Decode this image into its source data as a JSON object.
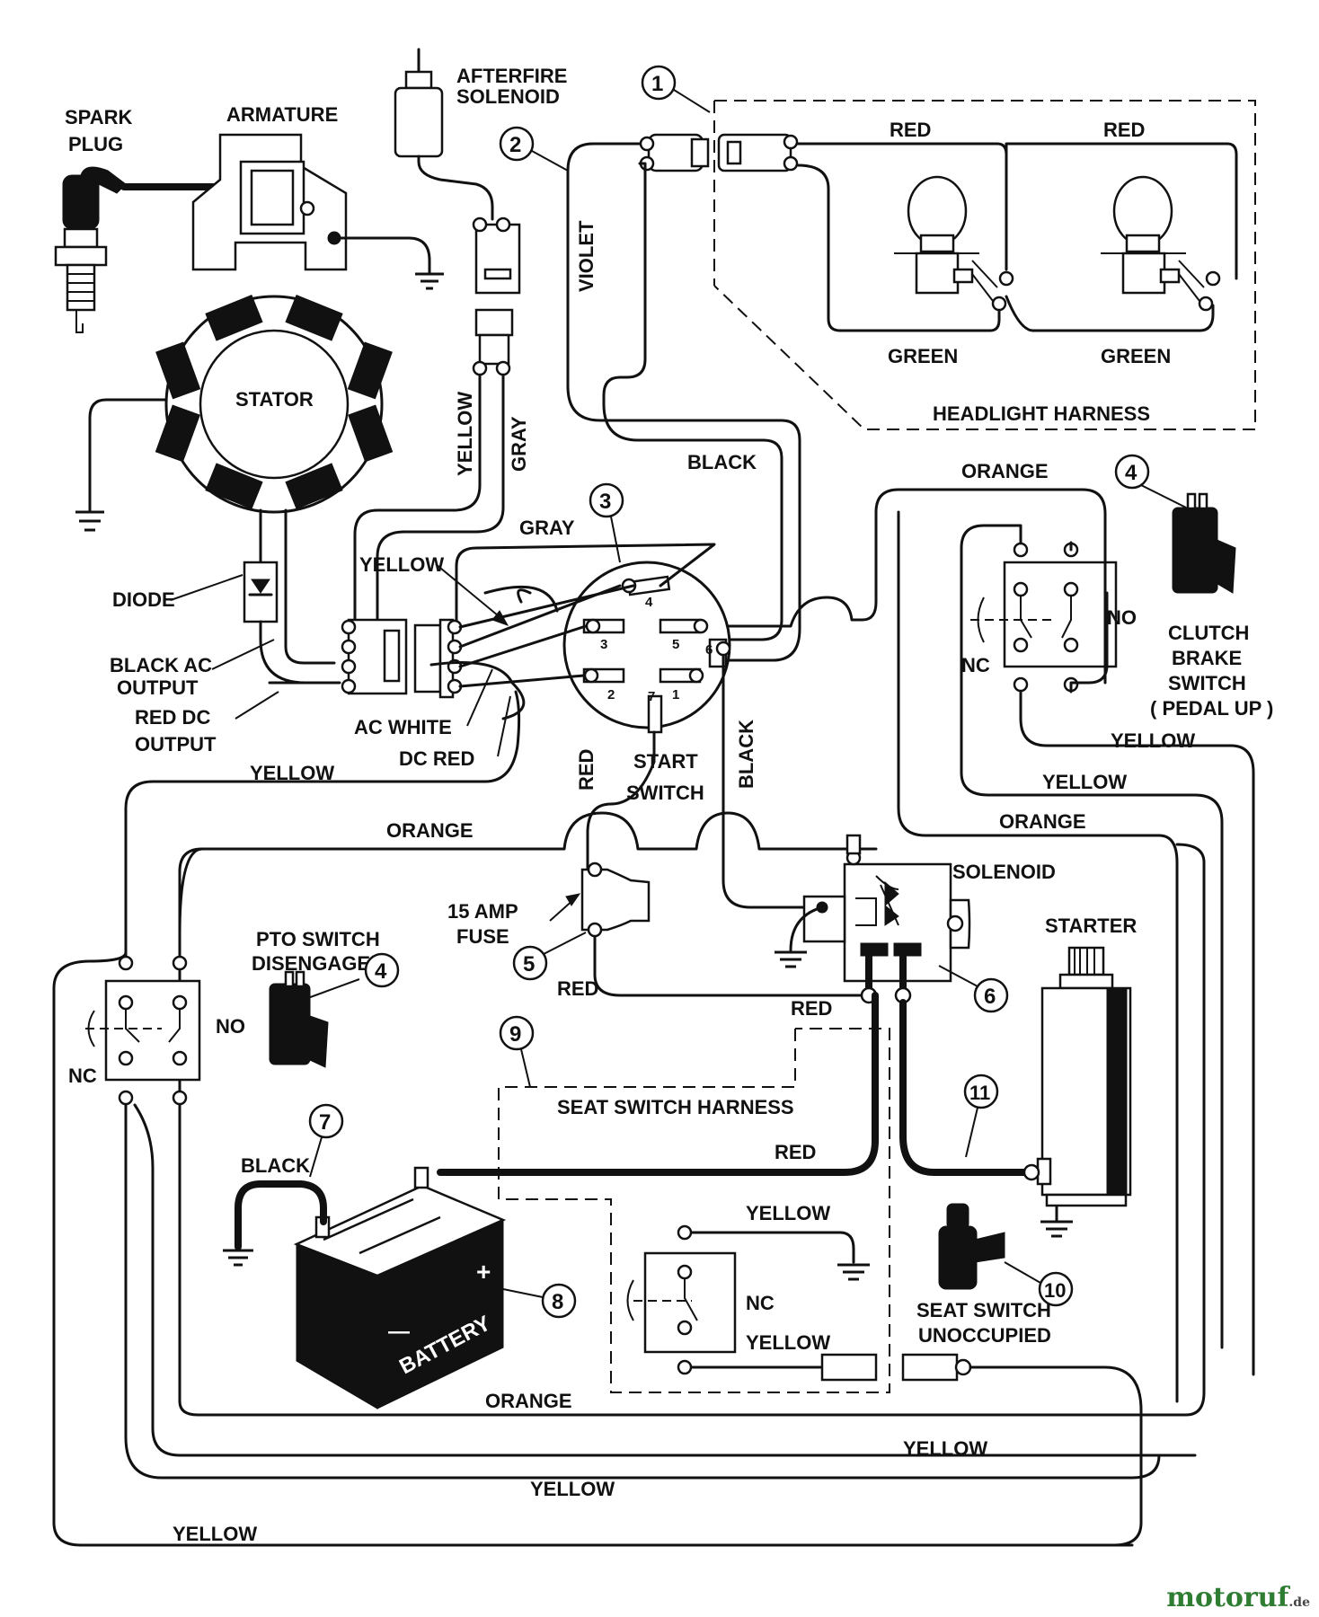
{
  "labels": {
    "spark_plug": [
      "SPARK",
      "PLUG"
    ],
    "armature": "ARMATURE",
    "afterfire_solenoid": [
      "AFTERFIRE",
      "SOLENOID"
    ],
    "stator": "STATOR",
    "diode": "DIODE",
    "black_ac_output": [
      "BLACK AC",
      "OUTPUT"
    ],
    "red_dc_output": [
      "RED DC",
      "OUTPUT"
    ],
    "ac_white": "AC WHITE",
    "dc_red": "DC RED",
    "start_switch": [
      "START",
      "SWITCH"
    ],
    "fuse": [
      "15 AMP",
      "FUSE"
    ],
    "solenoid": "SOLENOID",
    "starter": "STARTER",
    "clutch_brake_switch": [
      "CLUTCH",
      "BRAKE",
      "SWITCH",
      "( PEDAL UP )"
    ],
    "pto_switch": [
      "PTO SWITCH",
      "DISENGAGED"
    ],
    "headlight_harness": "HEADLIGHT HARNESS",
    "seat_switch_harness": "SEAT SWITCH HARNESS",
    "seat_switch": [
      "SEAT SWITCH",
      "UNOCCUPIED"
    ],
    "battery": "BATTERY",
    "nc": "NC",
    "no": "NO"
  },
  "wire_labels": {
    "red_hl_1": "RED",
    "red_hl_2": "RED",
    "green_hl_1": "GREEN",
    "green_hl_2": "GREEN",
    "violet": "VIOLET",
    "yellow_solenoid": "YELLOW",
    "gray_solenoid": "GRAY",
    "black_top": "BLACK",
    "gray_start": "GRAY",
    "yellow_start": "YELLOW",
    "orange_top": "ORANGE",
    "yellow_mid": "YELLOW",
    "orange_mid": "ORANGE",
    "red_start": "RED",
    "black_start": "BLACK",
    "red_fuse": "RED",
    "red_solenoid": "RED",
    "yellow_clutch_1": "YELLOW",
    "yellow_clutch_2": "YELLOW",
    "orange_clutch": "ORANGE",
    "black_battery": "BLACK",
    "red_battery": "RED",
    "yellow_seat_1": "YELLOW",
    "yellow_seat_2": "YELLOW",
    "orange_bottom": "ORANGE",
    "yellow_bottom_1": "YELLOW",
    "yellow_bottom_2": "YELLOW",
    "yellow_bottom_3": "YELLOW"
  },
  "pin_numbers": [
    "4",
    "3",
    "5",
    "6",
    "2",
    "1",
    "7"
  ],
  "callouts": [
    "1",
    "2",
    "3",
    "4",
    "4",
    "5",
    "6",
    "7",
    "8",
    "9",
    "10",
    "11"
  ],
  "battery_marks": {
    "plus": "+",
    "minus": "—"
  },
  "watermark": {
    "name": "motoruf",
    "tld": ".de"
  }
}
